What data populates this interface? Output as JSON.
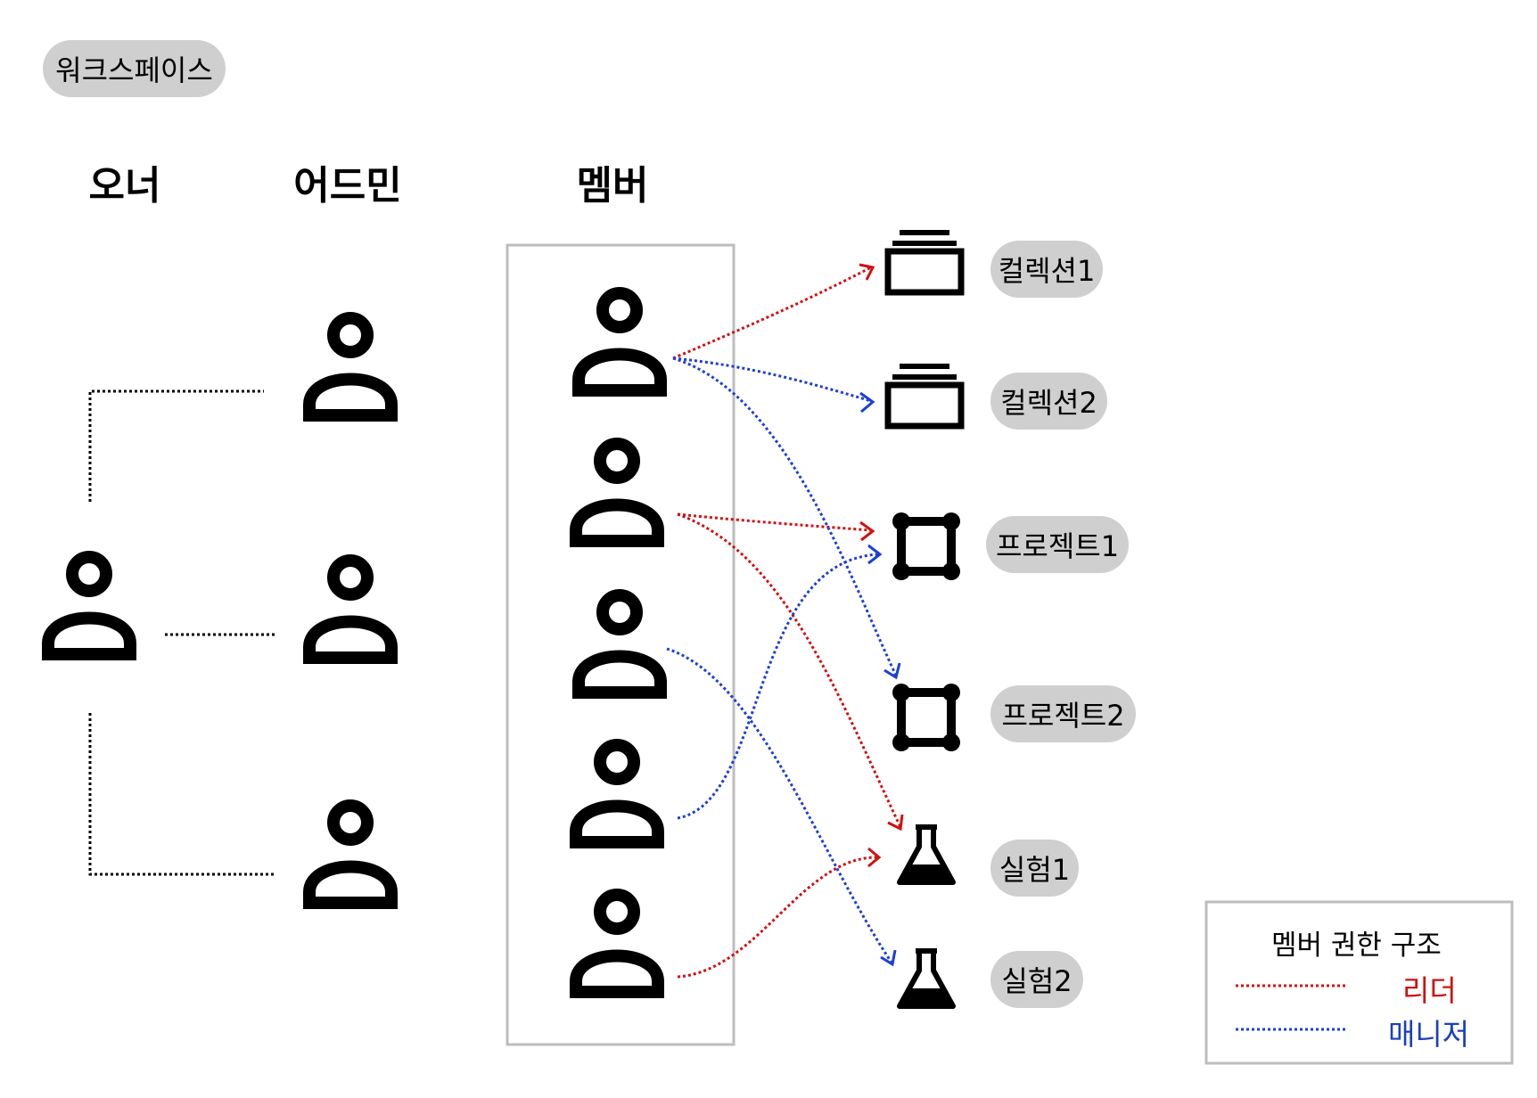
{
  "workspace": {
    "label": "워크스페이스"
  },
  "roles": {
    "owner": "오너",
    "admin": "어드민",
    "member": "멤버"
  },
  "resources": [
    {
      "label": "컬렉션1",
      "icon": "collection-icon"
    },
    {
      "label": "컬렉션2",
      "icon": "collection-icon"
    },
    {
      "label": "프로젝트1",
      "icon": "project-icon"
    },
    {
      "label": "프로젝트2",
      "icon": "project-icon"
    },
    {
      "label": "실험1",
      "icon": "flask-icon"
    },
    {
      "label": "실험2",
      "icon": "flask-icon"
    }
  ],
  "legend": {
    "title": "멤버 권한 구조",
    "leader": {
      "label": "리더",
      "color": "#cc1111"
    },
    "manager": {
      "label": "매니저",
      "color": "#1a3fbf"
    }
  },
  "colors": {
    "leader": "#d40f0f",
    "manager": "#1c3fd6",
    "pill": "#cfcfcf",
    "box": "#bdbdbd"
  }
}
